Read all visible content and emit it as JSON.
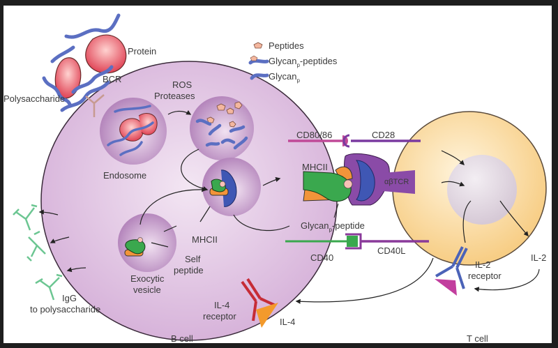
{
  "figure": {
    "title": "B cell – T cell interaction with glycoconjugate antigen",
    "colors": {
      "background_frame": "#1e1e1e",
      "b_cell": "#e4c9e6",
      "t_cell": "#fbe1ad",
      "glycan": "#5b6fc2",
      "protein": "#e85a66",
      "mhcii_green": "#3aa84e",
      "mhcii_orange": "#f2943a",
      "tcr_purple": "#8a4ba7",
      "cd80_pink": "#cc4c9f",
      "il4_receptor": "#c62c36",
      "il2_receptor": "#4b63b8",
      "il2_triangle": "#c23e9e",
      "il4_triangle": "#f39a2c",
      "igg": "#6cc692"
    },
    "legend": {
      "items": [
        {
          "icon": "peptide-icon",
          "label": "Peptides",
          "subscript": ""
        },
        {
          "icon": "glycan-peptide-icon",
          "label": "Glycan",
          "subscript": "p",
          "suffix": "-peptides"
        },
        {
          "icon": "glycan-icon",
          "label": "Glycan",
          "subscript": "p",
          "suffix": ""
        }
      ]
    },
    "labels": {
      "protein": "Protein",
      "bcr": "BCR",
      "polysaccharide": "Polysaccharide",
      "ros": "ROS",
      "proteases": "Proteases",
      "endosome": "Endosome",
      "mhcii_inner": "MHCII",
      "self": "Self",
      "peptide": "peptide",
      "exocytic": "Exocytic",
      "vesicle": "vesicle",
      "igg": "IgG",
      "igg_target": "to polysaccharide",
      "cd80_86": "CD80/86",
      "cd28": "CD28",
      "mhcii_synapse": "MHCII",
      "abtcr": "αβTCR",
      "glycan_peptide_main": "Glycan",
      "glycan_peptide_sub": "p",
      "glycan_peptide_suffix": "-peptide",
      "cd40": "CD40",
      "cd40l": "CD40L",
      "il4_receptor_1": "IL-4",
      "il4_receptor_2": "receptor",
      "il4": "IL-4",
      "il2_receptor_1": "IL-2",
      "il2_receptor_2": "receptor",
      "il2": "IL-2",
      "b_cell": "B cell",
      "t_cell": "T cell"
    }
  }
}
